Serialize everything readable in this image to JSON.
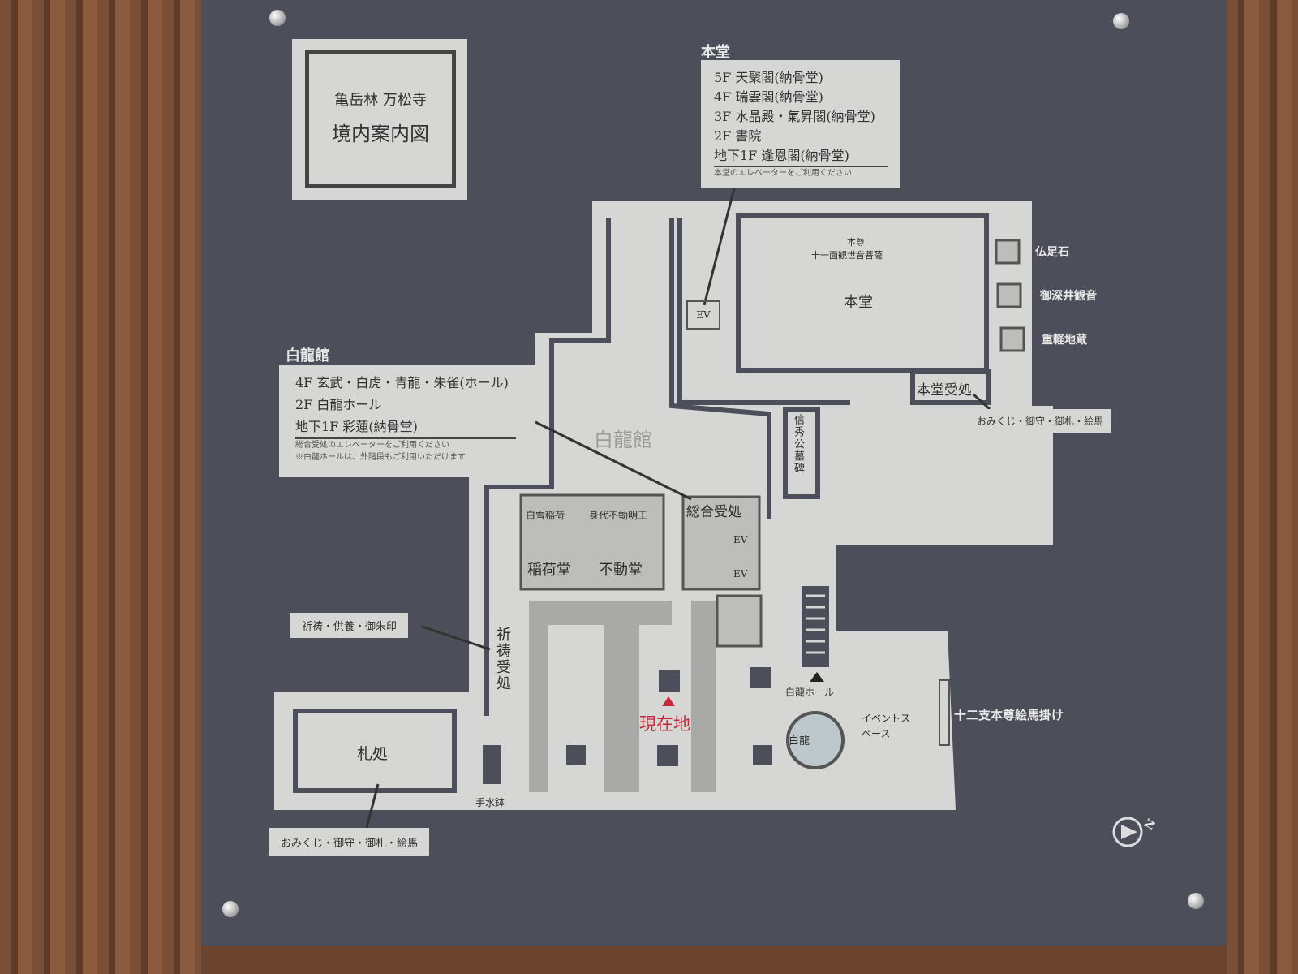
{
  "title": {
    "temple": "亀岳林 万松寺",
    "heading": "境内案内図"
  },
  "hondo_box": {
    "header": "本堂",
    "lines": [
      "5F 天聚閣(納骨堂)",
      "4F 瑞雲閣(納骨堂)",
      "3F 水晶殿・氣昇閣(納骨堂)",
      "2F 書院",
      "地下1F 逢恩閣(納骨堂)"
    ],
    "note": "本堂のエレベーターをご利用ください"
  },
  "hakuryukan_box": {
    "header": "白龍館",
    "lines": [
      "4F 玄武・白虎・青龍・朱雀(ホール)",
      "2F 白龍ホール",
      "地下1F 彩蓮(納骨堂)"
    ],
    "notes": [
      "総合受処のエレベーターをご利用ください",
      "※白龍ホールは、外階段もご利用いただけます"
    ]
  },
  "map": {
    "honzon": "本尊",
    "honzon_name": "十一面観世音菩薩",
    "hondo": "本堂",
    "ev": "EV",
    "bussokuseki": "仏足石",
    "ofukei_kannon": "御深井観音",
    "omokaru_jizo": "重軽地蔵",
    "hondo_uketsuke": "本堂受処",
    "omikuji_right": "おみくじ・御守・御札・絵馬",
    "nobuhide_grave": "信秀公墓碑",
    "hakuryukan": "白龍館",
    "sogo_uketsuke": "総合受処",
    "shirayuki_inari": "白雪稲荷",
    "migawari_fudo": "身代不動明王",
    "inarido": "稲荷堂",
    "fudodo": "不動堂",
    "kito_label": "祈祷・供養・御朱印",
    "kito_uketsuke": "祈祷受処",
    "fudasho": "札処",
    "chozubachi": "手水鉢",
    "current_location": "現在地",
    "hakuryu_hall": "白龍ホール",
    "hakuryu": "白龍",
    "event_space": "イベントスペース",
    "ema_rack": "十二支本尊絵馬掛け",
    "omikuji_left": "おみくじ・御守・御札・絵馬",
    "north": "N"
  },
  "colors": {
    "panel": "#4c4e59",
    "floor": "#d6d6d4",
    "current": "#c8283c"
  }
}
